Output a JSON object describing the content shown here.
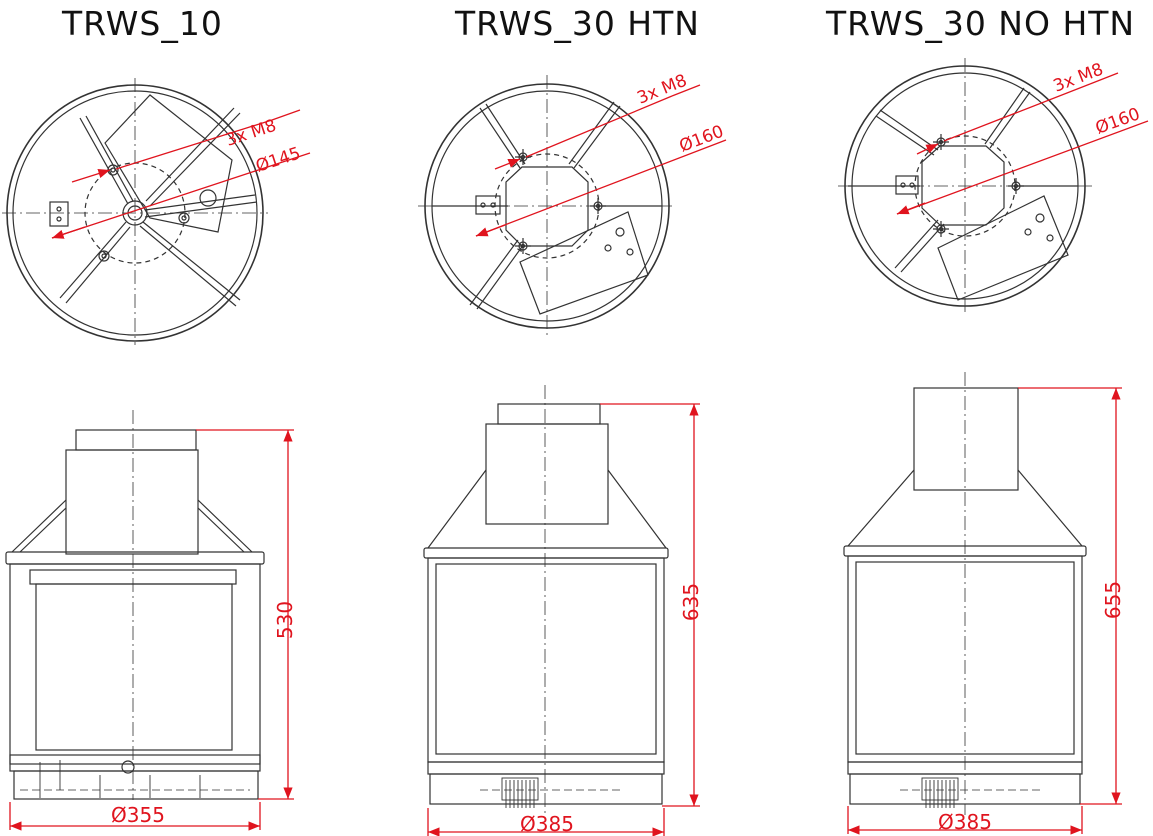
{
  "models": [
    {
      "title": "TRWS_10",
      "top": {
        "bolts": "3x M8",
        "circle": "Ø145"
      },
      "side": {
        "height": "530",
        "diameter": "Ø355"
      }
    },
    {
      "title": "TRWS_30 HTN",
      "top": {
        "bolts": "3x M8",
        "circle": "Ø160"
      },
      "side": {
        "height": "635",
        "diameter": "Ø385"
      }
    },
    {
      "title": "TRWS_30 NO HTN",
      "top": {
        "bolts": "3x M8",
        "circle": "Ø160"
      },
      "side": {
        "height": "655",
        "diameter": "Ø385"
      }
    }
  ],
  "colors": {
    "line": "#333333",
    "dimension": "#e0141e"
  }
}
